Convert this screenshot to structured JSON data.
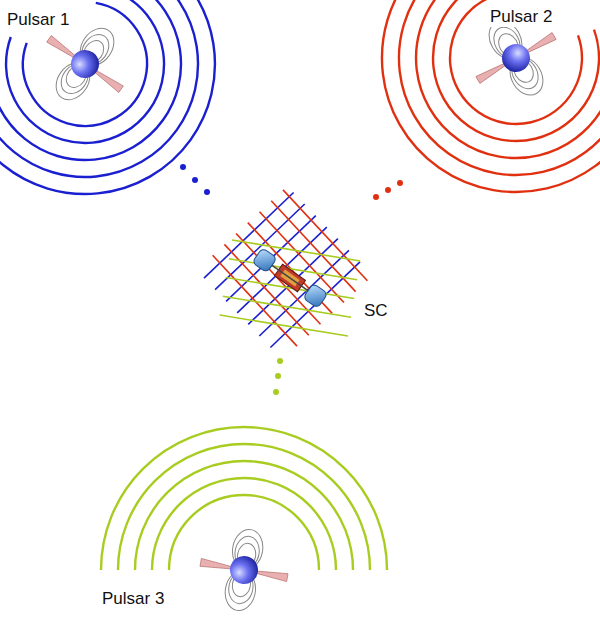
{
  "diagram": {
    "labels": [
      "Pulsar 1",
      "Pulsar 2",
      "Pulsar 3",
      "SC"
    ]
  }
}
